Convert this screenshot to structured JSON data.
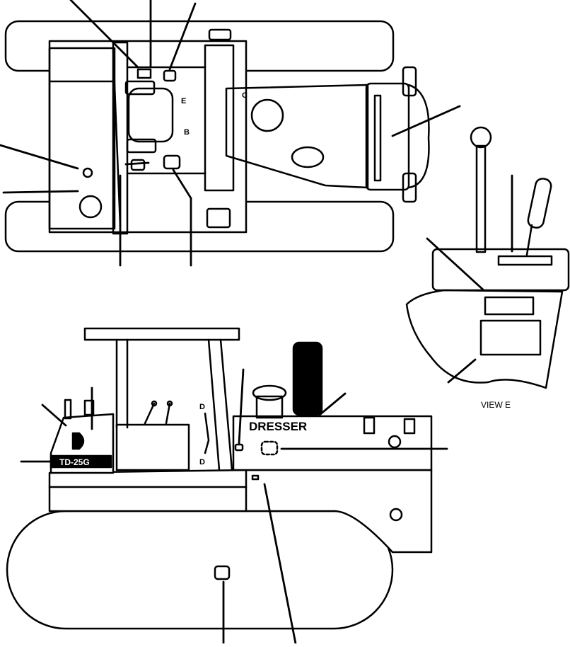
{
  "labels": {
    "b": "B",
    "c": "C",
    "d_top": "D",
    "d_bottom": "D",
    "e": "E"
  },
  "brand_text": "DRESSER",
  "model_text": "TD-25G",
  "view_caption": "VIEW E",
  "colors": {
    "ink": "#000000",
    "paper": "#ffffff"
  }
}
